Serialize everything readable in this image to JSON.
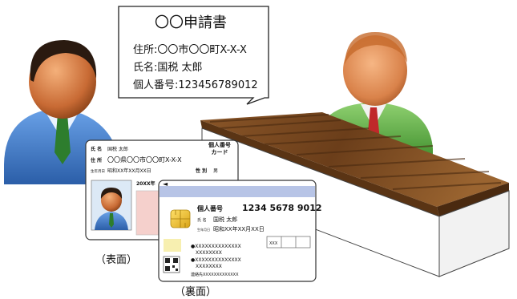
{
  "bubble": {
    "title": "〇〇申請書",
    "address_line": "住所:〇〇市〇〇町X-X-X",
    "name_line": "氏名:国税 太郎",
    "number_line": "個人番号:123456789012"
  },
  "front_card": {
    "name_label": "氏 名",
    "name_value": "国税 太郎",
    "address_label": "住 所",
    "address_value": "〇〇県〇〇市〇〇町X-X-X",
    "birth_label": "生年月日",
    "birth_value": "昭和XX年XX月XX日",
    "gender_label": "性 別",
    "gender_value": "男",
    "card_title": "個人番号\nカード",
    "card_title_line1": "個人番号",
    "card_title_line2": "カード",
    "expiry_fragment": "20XX年",
    "caption": "（表面）"
  },
  "back_card": {
    "number_label": "個人番号",
    "number_value": "1234 5678 9012",
    "name_label": "氏 名",
    "name_value": "国税 太郎",
    "birth_label": "生年月日",
    "birth_value": "昭和XX年XX月XX日",
    "box_text": "XXX",
    "line1": "●XXXXXXXXXXXXXX",
    "line2": "XXXXXXXX",
    "line3": "●XXXXXXXXXXXXXX",
    "line4": "XXXXXXXX",
    "contact": "連絡先XXXXXXXXXXXXX",
    "caption": "（裏面）"
  },
  "colors": {
    "skin": "#d9824a",
    "hair": "#2a1a10",
    "suit_blue": "#3f7fd0",
    "shirt_green": "#63b24a",
    "tie_red": "#c0282a",
    "tie_green": "#2d7d2d",
    "counter_wood": "#7a4a22",
    "card_stripe": "#b7c4e6"
  }
}
